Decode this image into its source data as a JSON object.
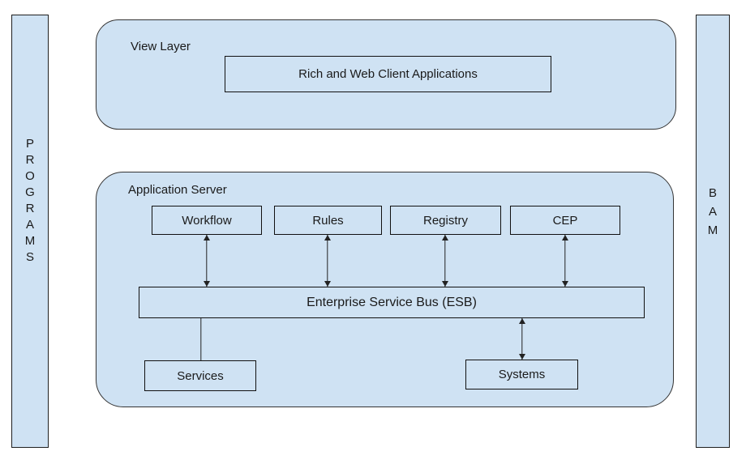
{
  "diagram": {
    "left_bar": {
      "label": "PROGRAMS"
    },
    "right_bar": {
      "label": "BAM"
    },
    "view_layer": {
      "title": "View Layer",
      "client_box": "Rich and Web Client Applications"
    },
    "app_server": {
      "title": "Application Server",
      "components": [
        "Workflow",
        "Rules",
        "Registry",
        "CEP"
      ],
      "esb": "Enterprise Service Bus (ESB)",
      "services": "Services",
      "systems": "Systems"
    },
    "colors": {
      "node_fill": "#cfe2f3",
      "node_border": "#111111",
      "container_border": "#343434",
      "connector": "#222222",
      "background": "#ffffff"
    }
  }
}
